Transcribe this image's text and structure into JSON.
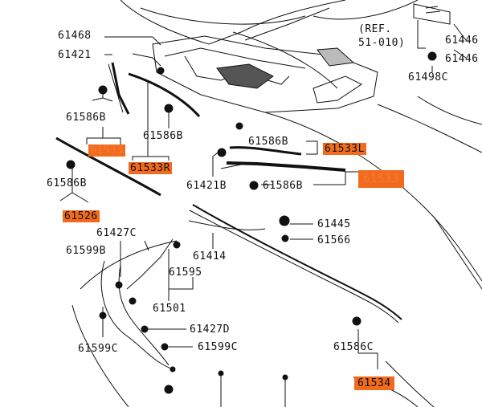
{
  "labels": {
    "p61468": "61468",
    "p61421": "61421",
    "p61586b_1": "61586B",
    "p61533_a": "61533",
    "p61586b_2": "61586B",
    "p61533r": "61533R",
    "p61586b_3": "61586B",
    "p61526": "61526",
    "p61421b": "61421B",
    "p61586b_4": "61586B",
    "p61533l": "61533L",
    "p61586b_5": "61586B",
    "p61533_b": "61533",
    "ref_line1": "(REF.",
    "ref_line2": "51-010)",
    "p61446_1": "61446",
    "p61446_2": "61446",
    "p61498c": "61498C",
    "p61445": "61445",
    "p61566": "61566",
    "p61427c": "61427C",
    "p61599b": "61599B",
    "p61414": "61414",
    "p61595": "61595",
    "p61501": "61501",
    "p61427d": "61427D",
    "p61599c_1": "61599C",
    "p61599c_2": "61599C",
    "p61586c": "61586C",
    "p61534": "61534"
  },
  "colors": {
    "highlight": "#f26b1d",
    "line": "#111111"
  }
}
